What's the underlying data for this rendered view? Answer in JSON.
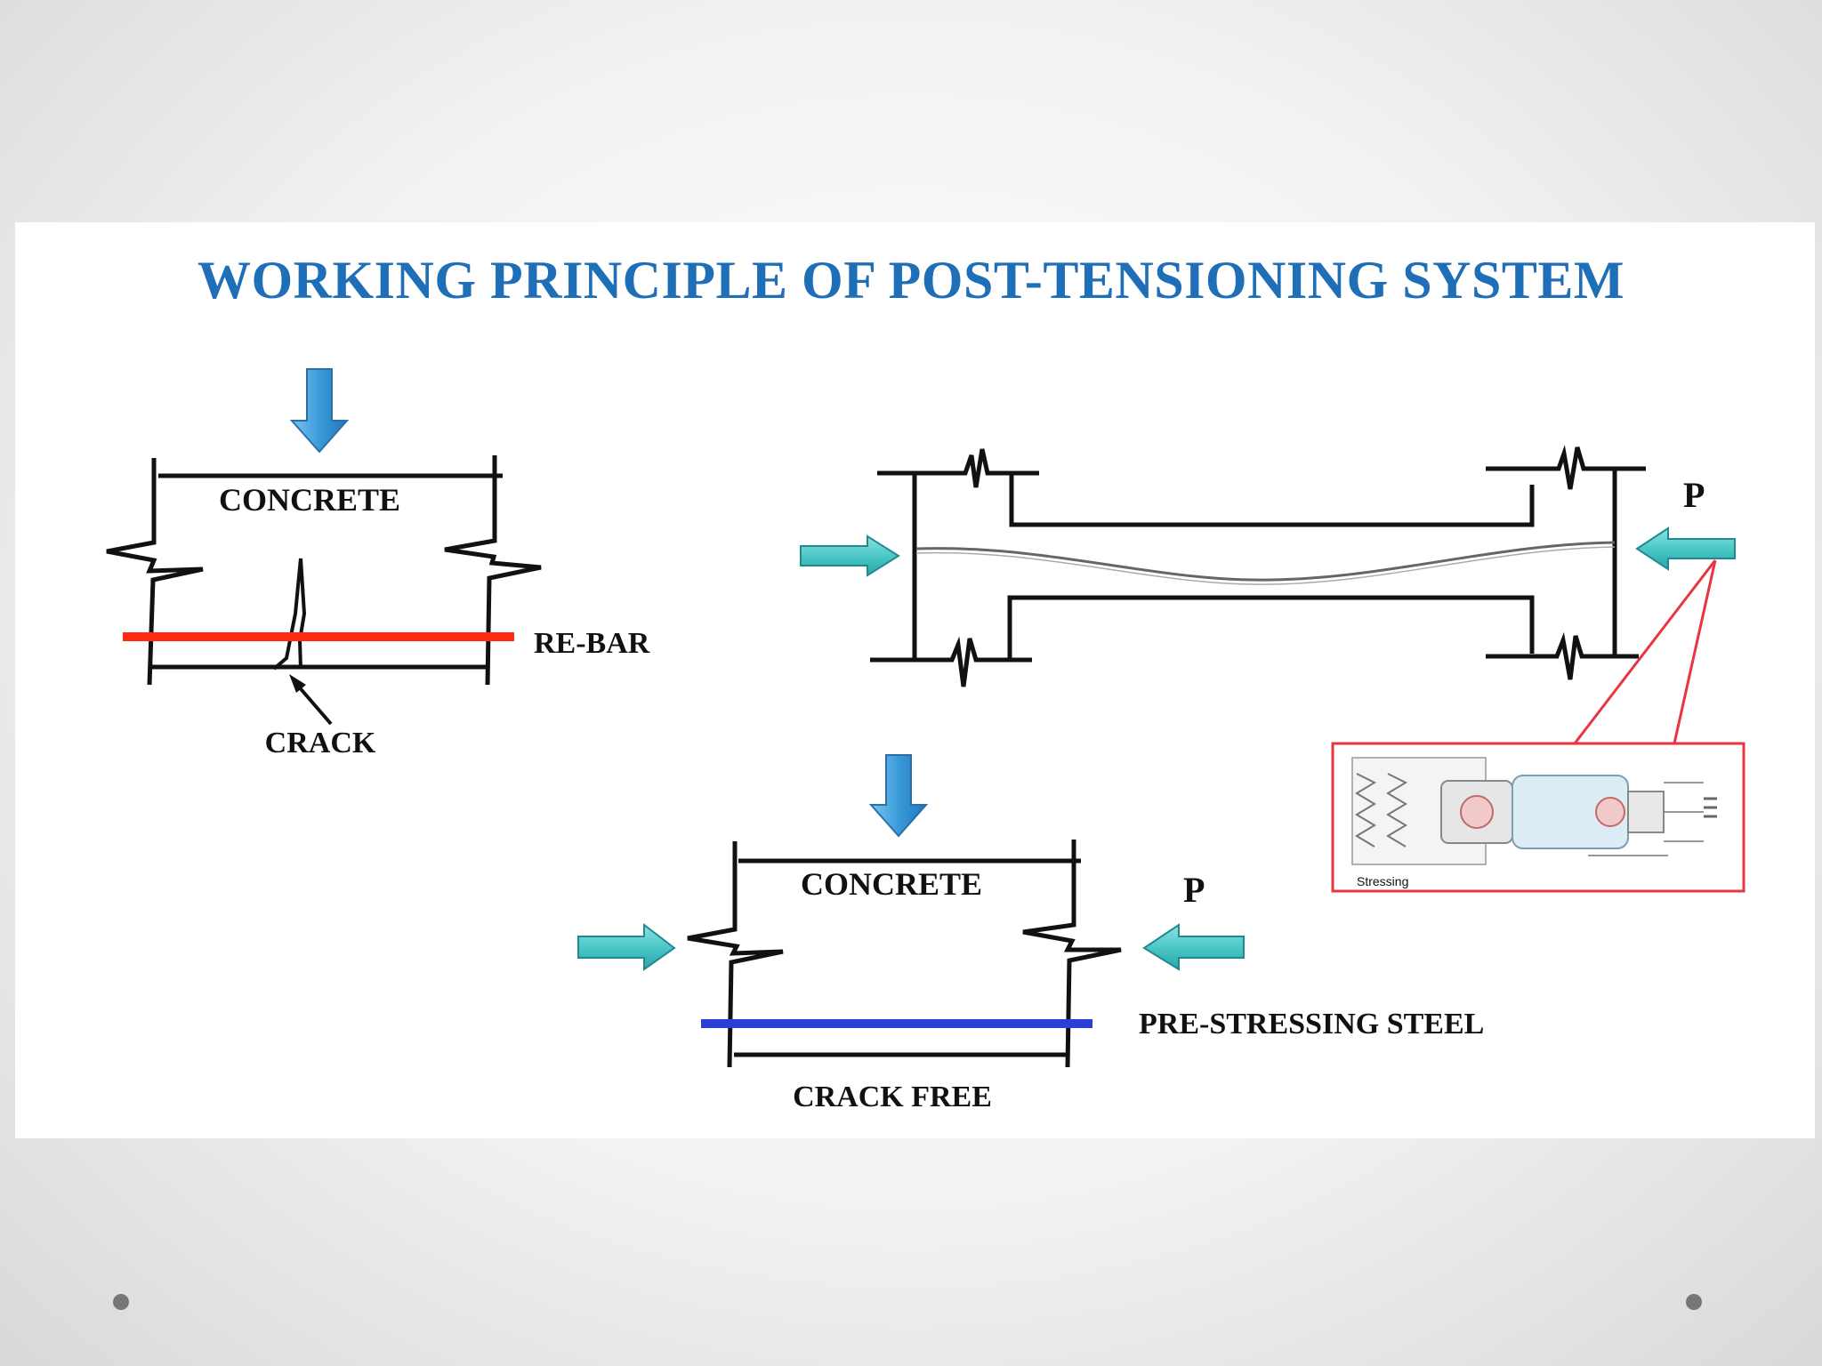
{
  "title": "WORKING PRINCIPLE OF POST-TENSIONING SYSTEM",
  "labels": {
    "concrete_top": "CONCRETE",
    "rebar": "RE-BAR",
    "crack": "CRACK",
    "force_p_right": "P",
    "concrete_bottom": "CONCRETE",
    "force_p_bottom": "P",
    "prestressing_steel": "PRE-STRESSING STEEL",
    "crack_free": "CRACK FREE",
    "detail_caption": "Stressing"
  },
  "colors": {
    "title": "#1f6fb8",
    "rebar": "#ff2a10",
    "prestressing_steel": "#2b3fd4",
    "load_arrow": "#3a9bd9",
    "force_arrow": "#4cc8c8",
    "callout": "#e8353f"
  },
  "icons": {
    "load_arrow_top": "down-arrow-icon",
    "load_arrow_bottom": "down-arrow-icon",
    "force_arrows": "horizontal-arrow-icon"
  }
}
